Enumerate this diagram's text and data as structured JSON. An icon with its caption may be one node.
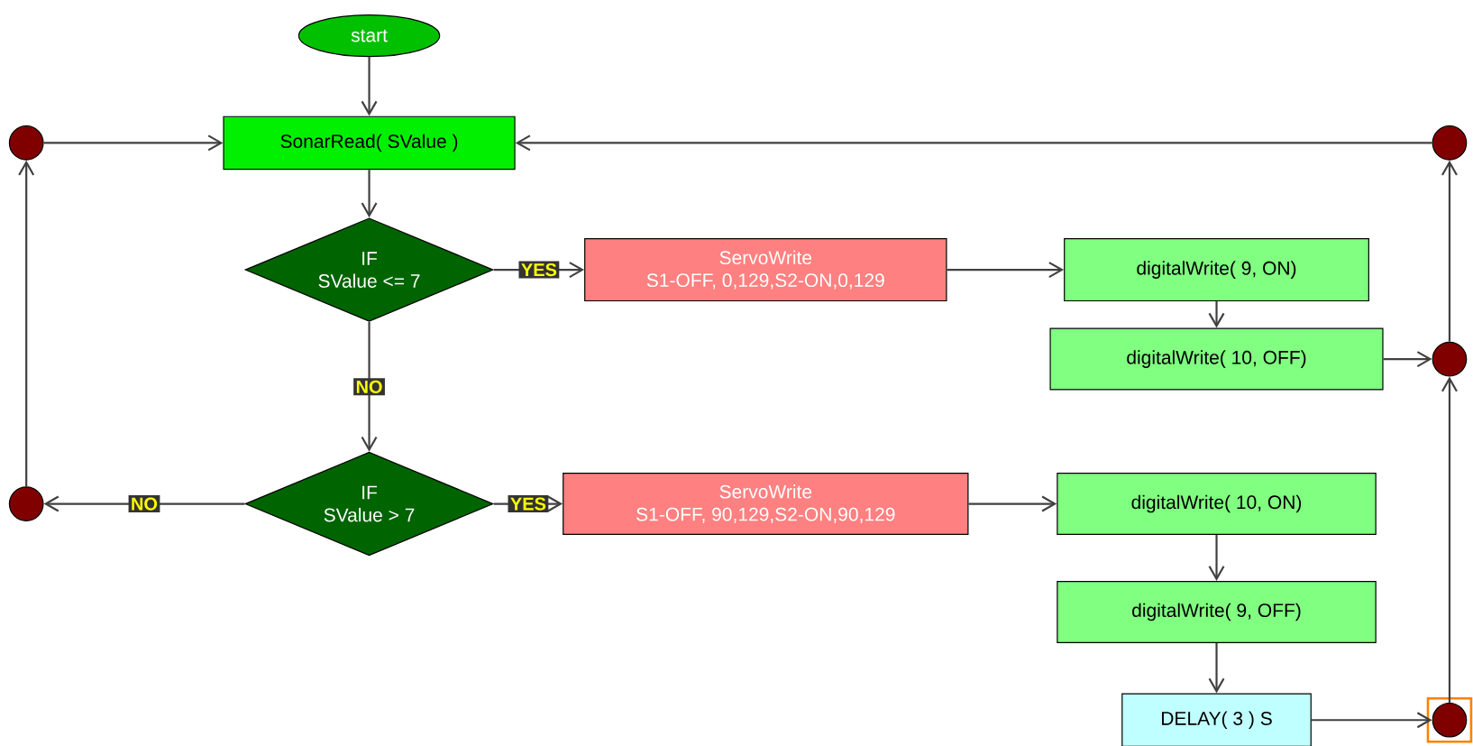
{
  "diagram": {
    "nodes": [
      {
        "text": [
          "start"
        ]
      },
      {
        "text": [
          "SonarRead( SValue )"
        ]
      },
      {
        "text": [
          "IF",
          "SValue <= 7"
        ]
      },
      {
        "text": [
          "ServoWrite",
          "S1-OFF, 0,129,S2-ON,0,129"
        ]
      },
      {
        "text": [
          "digitalWrite( 9, ON)"
        ]
      },
      {
        "text": [
          "digitalWrite( 10, OFF)"
        ]
      },
      {
        "text": [
          "IF",
          "SValue > 7"
        ]
      },
      {
        "text": [
          "ServoWrite",
          "S1-OFF, 90,129,S2-ON,90,129"
        ]
      },
      {
        "text": [
          "digitalWrite( 10, ON)"
        ]
      },
      {
        "text": [
          "digitalWrite( 9, OFF)"
        ]
      },
      {
        "text": [
          "DELAY( 3 ) S"
        ]
      },
      {
        "text": [],
        "shape": "circle"
      },
      {
        "text": [],
        "shape": "circle"
      },
      {
        "text": [],
        "shape": "circle"
      },
      {
        "text": [],
        "shape": "circle"
      },
      {
        "text": [],
        "shape": "circle"
      }
    ],
    "edges": [
      {
        "from": 0,
        "to": 1,
        "arrow": "to"
      },
      {
        "from": 1,
        "to": 2,
        "arrow": "to"
      },
      {
        "from": 2,
        "to": 3,
        "arrow": "to",
        "label": "YES"
      },
      {
        "from": 2,
        "to": 6,
        "arrow": "to",
        "label": "NO"
      },
      {
        "from": 3,
        "to": 4,
        "arrow": "to"
      },
      {
        "from": 4,
        "to": 5,
        "arrow": "to"
      },
      {
        "from": 5,
        "to": 14,
        "arrow": "to"
      },
      {
        "from": 6,
        "to": 7,
        "arrow": "to",
        "label": "YES"
      },
      {
        "from": 6,
        "to": 12,
        "arrow": "to",
        "label": "NO"
      },
      {
        "from": 7,
        "to": 8,
        "arrow": "to"
      },
      {
        "from": 8,
        "to": 9,
        "arrow": "to"
      },
      {
        "from": 9,
        "to": 10,
        "arrow": "to"
      },
      {
        "from": 10,
        "to": 15,
        "arrow": "to"
      },
      {
        "from": 15,
        "to": 14,
        "arrow": "to"
      },
      {
        "from": 14,
        "to": 13,
        "arrow": "to"
      },
      {
        "from": 13,
        "to": 1,
        "arrow": "to"
      },
      {
        "from": 12,
        "to": 11,
        "arrow": "to"
      },
      {
        "from": 11,
        "to": 1,
        "arrow": "to"
      }
    ]
  }
}
